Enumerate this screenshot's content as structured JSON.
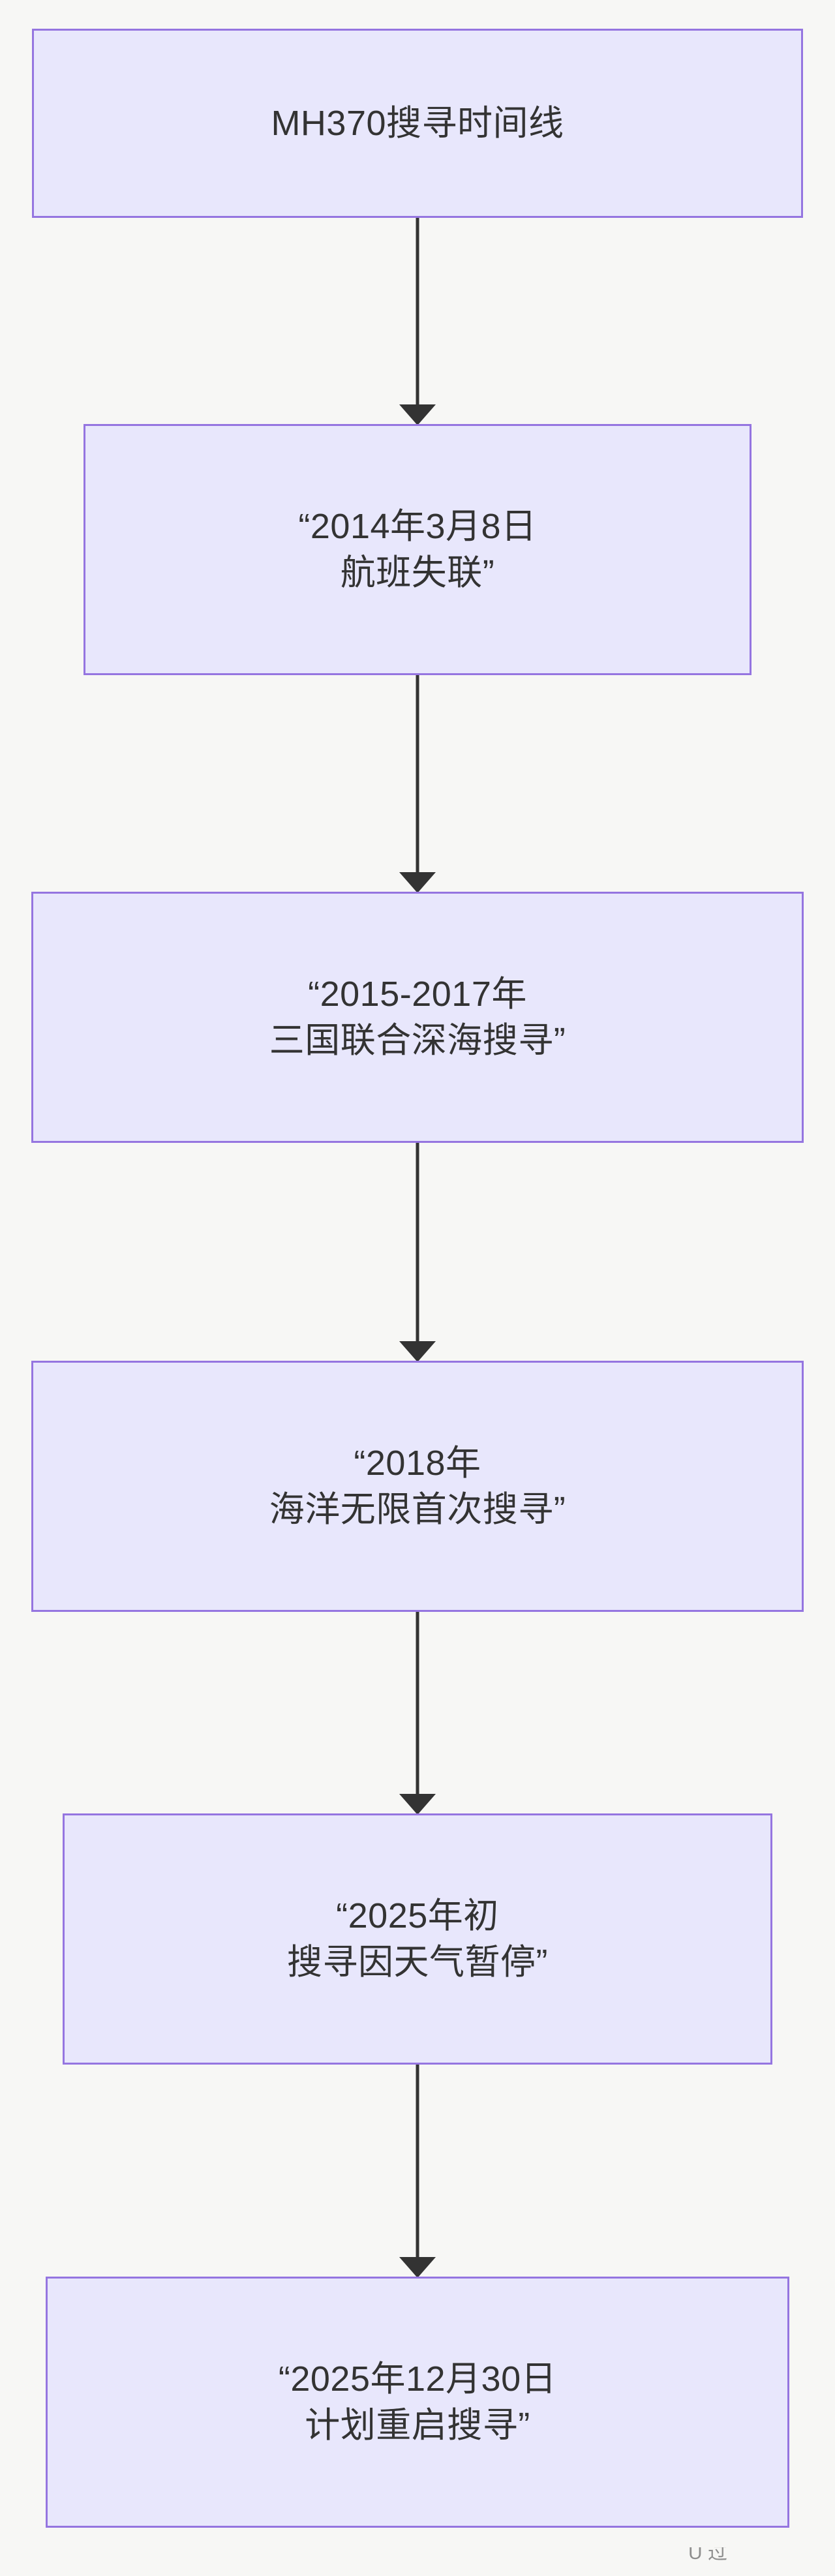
{
  "diagram": {
    "type": "flowchart",
    "orientation": "top-to-bottom",
    "background_color": "#f7f7f5",
    "node_fill_color": "#e8e7fc",
    "node_border_color": "#9575e0",
    "text_color": "#333333",
    "arrow_color": "#333333",
    "title": "MH370搜寻时间线",
    "nodes": [
      {
        "id": "title",
        "role": "title",
        "label": "MH370搜寻时间线"
      },
      {
        "id": "n1",
        "role": "event",
        "label": "“2014年3月8日\n航班失联”",
        "line1": "“2014年3月8日",
        "line2": "航班失联”"
      },
      {
        "id": "n2",
        "role": "event",
        "label": "“2015-2017年\n三国联合深海搜寻”",
        "line1": "“2015-2017年",
        "line2": "三国联合深海搜寻”"
      },
      {
        "id": "n3",
        "role": "event",
        "label": "“2018年\n海洋无限首次搜寻”",
        "line1": "“2018年",
        "line2": "海洋无限首次搜寻”"
      },
      {
        "id": "n4",
        "role": "event",
        "label": "“2025年初\n搜寻因天气暂停”",
        "line1": "“2025年初",
        "line2": "搜寻因天气暂停”"
      },
      {
        "id": "n5",
        "role": "event",
        "label": "“2025年12月30日\n计划重启搜寻”",
        "line1": "“2025年12月30日",
        "line2": "计划重启搜寻”"
      }
    ],
    "edges": [
      {
        "from": "title",
        "to": "n1",
        "arrow": "down"
      },
      {
        "from": "n1",
        "to": "n2",
        "arrow": "down"
      },
      {
        "from": "n2",
        "to": "n3",
        "arrow": "down"
      },
      {
        "from": "n3",
        "to": "n4",
        "arrow": "down"
      },
      {
        "from": "n4",
        "to": "n5",
        "arrow": "down"
      }
    ]
  },
  "watermark": {
    "text": "U 过"
  }
}
